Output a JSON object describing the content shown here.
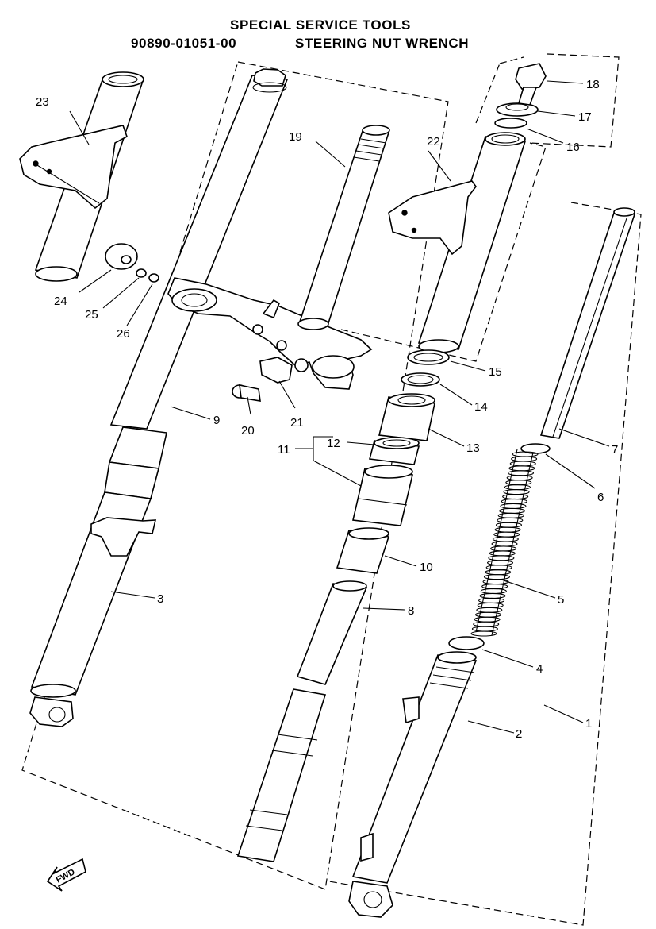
{
  "header": {
    "line1": "SPECIAL SERVICE TOOLS",
    "part_number": "90890-01051-00",
    "tool_name": "STEERING NUT WRENCH"
  },
  "fwd_label": "FWD",
  "callouts": {
    "c1": "1",
    "c2": "2",
    "c3": "3",
    "c4": "4",
    "c5": "5",
    "c6": "6",
    "c7": "7",
    "c8": "8",
    "c9": "9",
    "c10": "10",
    "c11": "11",
    "c12": "12",
    "c13": "13",
    "c14": "14",
    "c15": "15",
    "c16": "16",
    "c17": "17",
    "c18": "18",
    "c19": "19",
    "c20": "20",
    "c21": "21",
    "c22": "22",
    "c23": "23",
    "c24": "24",
    "c25": "25",
    "c26": "26"
  }
}
